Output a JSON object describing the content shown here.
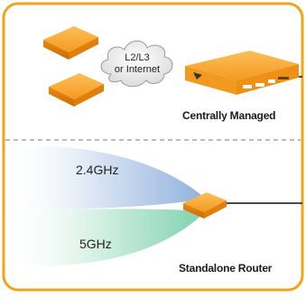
{
  "top_panel": {
    "cloud_line1": "L2/L3",
    "cloud_line2": "or Internet",
    "caption": "Centrally Managed"
  },
  "bottom_panel": {
    "band_24": "2.4GHz",
    "band_5": "5GHz",
    "caption": "Standalone Router"
  },
  "colors": {
    "frame": "#f0a418",
    "device_orange": "#f39a1e",
    "band_blue": "#8fb1dc",
    "band_green": "#7fd1b0"
  }
}
